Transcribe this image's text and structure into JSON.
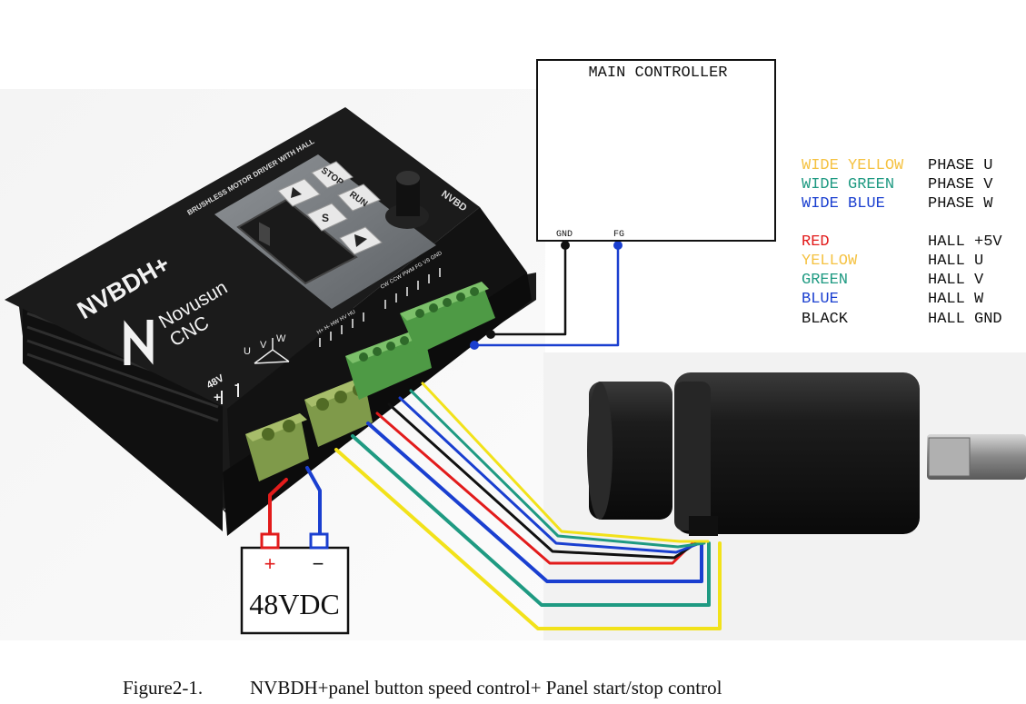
{
  "main_controller": {
    "title": "MAIN CONTROLLER",
    "pin_gnd": "GND",
    "pin_fg": "FG"
  },
  "legend": {
    "phase_entries": [
      {
        "wire": "WIDE YELLOW",
        "signal": "PHASE U",
        "color": "#f5c242"
      },
      {
        "wire": "WIDE GREEN",
        "signal": "PHASE V",
        "color": "#1f9a82"
      },
      {
        "wire": "WIDE BLUE",
        "signal": "PHASE W",
        "color": "#1a3fd0"
      }
    ],
    "hall_entries": [
      {
        "wire": "RED",
        "signal": "HALL +5V",
        "color": "#e21b1b"
      },
      {
        "wire": "YELLOW",
        "signal": "HALL U",
        "color": "#f5c242"
      },
      {
        "wire": "GREEN",
        "signal": "HALL V",
        "color": "#1f9a82"
      },
      {
        "wire": "BLUE",
        "signal": "HALL W",
        "color": "#1a3fd0"
      },
      {
        "wire": "BLACK",
        "signal": "HALL GND",
        "color": "#111111"
      }
    ]
  },
  "driver": {
    "model": "NVBDH+",
    "brand_line1": "Novusun",
    "brand_line2": "CNC",
    "subtitle": "BRUSHLESS MOTOR DRIVER WITH HALL",
    "side_label": "NVBD",
    "buttons": {
      "stop": "STOP",
      "run": "RUN",
      "s": "S"
    },
    "power_label": "48V",
    "power_plus": "+",
    "power_minus": "-",
    "phase_labels": [
      "U",
      "V",
      "W"
    ],
    "hall_terminal_labels": "H+ H- HW HV HU",
    "control_terminal_labels": "CW CCW PWM FG VS GND"
  },
  "power_supply": {
    "label": "48VDC",
    "plus": "+",
    "minus": "−"
  },
  "caption": {
    "number": "Figure2-1.",
    "text": "NVBDH+panel button speed control+ Panel start/stop control"
  }
}
